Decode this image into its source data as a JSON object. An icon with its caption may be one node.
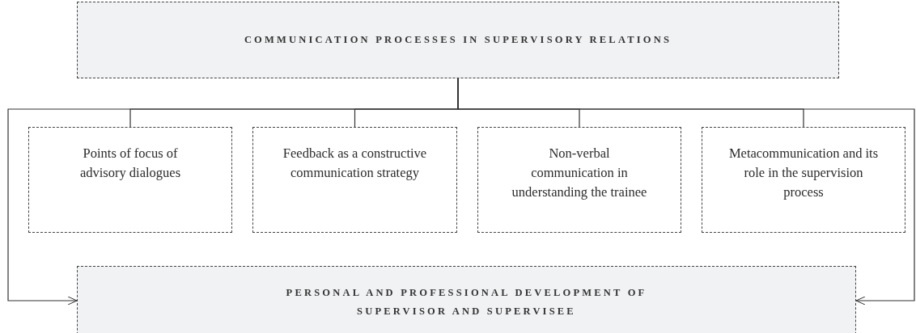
{
  "diagram": {
    "nodes": [
      {
        "text": [
          "COMMUNICATION PROCESSES IN SUPERVISORY RELATIONS"
        ]
      },
      {
        "text": [
          "Points of focus of advisory dialogues"
        ]
      },
      {
        "text": [
          "Feedback as a constructive communication strategy"
        ]
      },
      {
        "text": [
          "Non-verbal communication in understanding the trainee"
        ]
      },
      {
        "text": [
          "Metacommunication and its role in the supervision process"
        ]
      },
      {
        "text": [
          "PERSONAL AND PROFESSIONAL DEVELOPMENT OF SUPERVISOR AND SUPERVISEE"
        ]
      }
    ],
    "edges": [
      {
        "from": 0,
        "to": 1,
        "arrow": "none"
      },
      {
        "from": 0,
        "to": 2,
        "arrow": "none"
      },
      {
        "from": 0,
        "to": 3,
        "arrow": "none"
      },
      {
        "from": 0,
        "to": 4,
        "arrow": "none"
      },
      {
        "from": 0,
        "to": 5,
        "arrow": "to"
      },
      {
        "from": 0,
        "to": 5,
        "arrow": "to"
      }
    ]
  }
}
